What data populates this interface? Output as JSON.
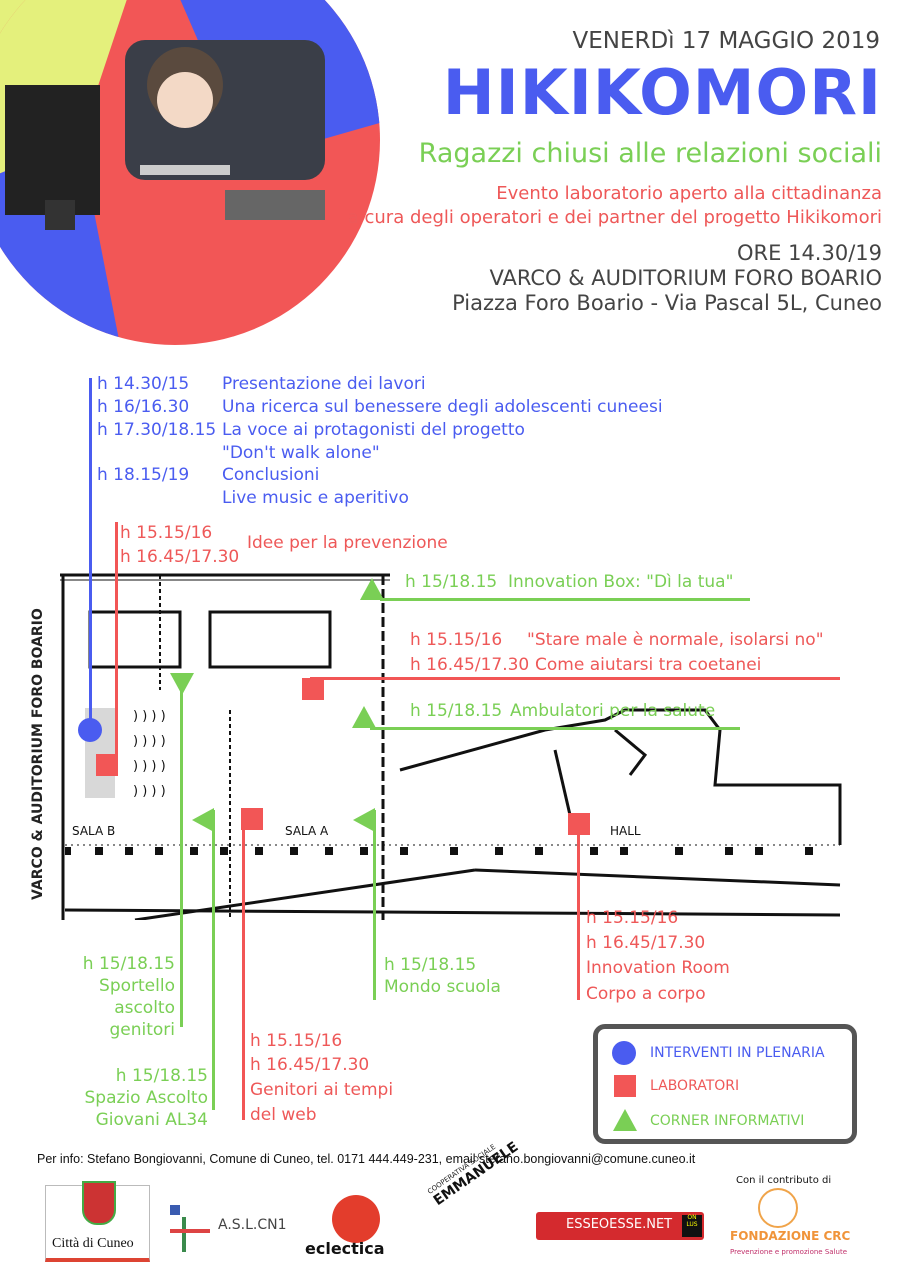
{
  "header": {
    "date": "VENERDì 17 MAGGIO 2019",
    "title": "HIKIKOMORI",
    "subtitle": "Ragazzi chiusi alle relazioni sociali",
    "description_1": "Evento laboratorio aperto alla cittadinanza",
    "description_2": "a cura degli operatori e dei partner del progetto Hikikomori",
    "time": "ORE 14.30/19",
    "venue": "VARCO & AUDITORIUM FORO BOARIO",
    "address": "Piazza Foro Boario - Via Pascal 5L, Cuneo"
  },
  "plenary": [
    {
      "time": "h 14.30/15",
      "text": "Presentazione dei lavori"
    },
    {
      "time": "h 16/16.30",
      "text": "Una ricerca sul benessere degli adolescenti cuneesi"
    },
    {
      "time": "h 17.30/18.15",
      "text": "La voce ai protagonisti del progetto"
    },
    {
      "time": "",
      "text": "\"Don't walk alone\""
    },
    {
      "time": "h 18.15/19",
      "text": "Conclusioni"
    },
    {
      "time": "",
      "text": "Live music e aperitivo"
    }
  ],
  "workshops": {
    "prevenzione": {
      "time1": "h 15.15/16",
      "time2": "h 16.45/17.30",
      "text": "Idee per la prevenzione"
    },
    "innovation_box": {
      "time": "h 15/18.15",
      "text": "Innovation Box: \"Dì la tua\""
    },
    "stare_male": {
      "time1": "h 15.15/16",
      "text1": "\"Stare male è normale, isolarsi no\"",
      "time2": "h 16.45/17.30",
      "text2": "Come aiutarsi tra coetanei"
    },
    "ambulatori": {
      "time": "h 15/18.15",
      "text": "Ambulatori per la salute"
    },
    "sportello": {
      "time": "h 15/18.15",
      "line1": "Sportello",
      "line2": "ascolto",
      "line3": "genitori"
    },
    "spazio_ascolto": {
      "time": "h 15/18.15",
      "line1": "Spazio Ascolto",
      "line2": "Giovani AL34"
    },
    "genitori_web": {
      "time1": "h 15.15/16",
      "time2": "h 16.45/17.30",
      "line1": "Genitori ai tempi",
      "line2": "del web"
    },
    "mondo_scuola": {
      "time": "h 15/18.15",
      "text": "Mondo scuola"
    },
    "innovation_room": {
      "time1": "h 15.15/16",
      "time2": "h 16.45/17.30",
      "line1": "Innovation Room",
      "line2": "Corpo a corpo"
    }
  },
  "map": {
    "vertical_label": "VARCO & AUDITORIUM FORO BOARIO",
    "rooms": [
      "SALA B",
      "SALA A",
      "HALL"
    ]
  },
  "legend": {
    "plenary": "INTERVENTI IN PLENARIA",
    "labs": "LABORATORI",
    "corner": "CORNER INFORMATIVI"
  },
  "footer": {
    "info": "Per info: Stefano Bongiovanni, Comune di Cuneo, tel. 0171 444.449-231, email stefano.bongiovanni@comune.cuneo.it",
    "contribution": "Con il contributo di",
    "logos": {
      "cuneo": "Città di Cuneo",
      "asl": "A.S.L.CN1",
      "eclectica": "eclectica",
      "emmanuele_top": "COOPERATIVA SOCIALE",
      "emmanuele": "EMMANUELE",
      "esseoesse": "ESSEOESSE.NET",
      "esseoesse_badge": "ON LUS",
      "crc": "FONDAZIONE CRC",
      "crc_sub": "Prevenzione e promozione Salute"
    }
  },
  "colors": {
    "blue": "#4a5cf0",
    "red": "#ee5858",
    "green": "#7acf55",
    "yellow": "#e4f07c"
  }
}
